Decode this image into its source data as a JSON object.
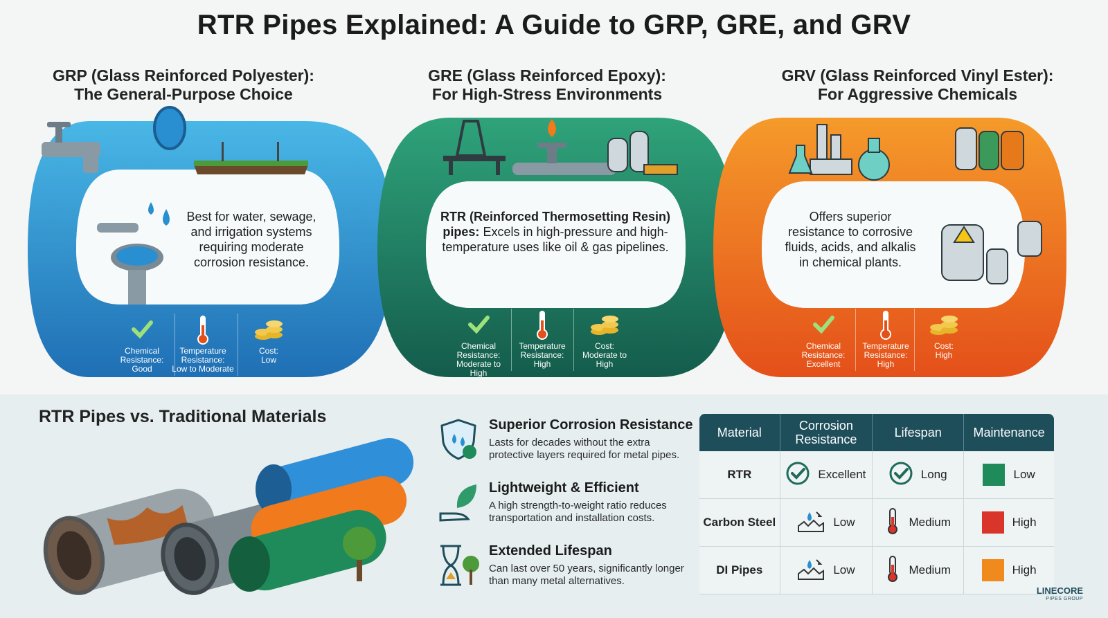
{
  "title": "RTR Pipes Explained: A Guide to GRP, GRE, and GRV",
  "sections": [
    {
      "head1": "GRP (Glass Reinforced Polyester):",
      "head2": "The General-Purpose Choice",
      "desc": "Best for water, sewage, and irrigation systems requiring moderate corrosion resistance.",
      "color": "#2a8fd0",
      "stats": [
        {
          "label": "Chemical Resistance:",
          "value": "Good",
          "icon": "check-icon"
        },
        {
          "label": "Temperature Resistance:",
          "value": "Low to Moderate",
          "icon": "thermometer-icon"
        },
        {
          "label": "Cost:",
          "value": "Low",
          "icon": "coins-icon"
        }
      ]
    },
    {
      "head1": "GRE (Glass Reinforced Epoxy):",
      "head2": "For High-Stress Environments",
      "desc_bold": "RTR (Reinforced Thermosetting Resin) pipes:",
      "desc": "Excels in high-pressure and high-temperature uses like oil & gas pipelines.",
      "color": "#1f8a6a",
      "stats": [
        {
          "label": "Chemical Resistance:",
          "value": "Moderate to High",
          "icon": "check-icon"
        },
        {
          "label": "Temperature Resistance:",
          "value": "High",
          "icon": "thermometer-icon"
        },
        {
          "label": "Cost:",
          "value": "Moderate to High",
          "icon": "coins-icon"
        }
      ]
    },
    {
      "head1": "GRV (Glass Reinforced Vinyl Ester):",
      "head2": "For Aggressive Chemicals",
      "desc": "Offers superior resistance to corrosive fluids, acids, and alkalis in chemical plants.",
      "color": "#ee6f1e",
      "stats": [
        {
          "label": "Chemical Resistance:",
          "value": "Excellent",
          "icon": "check-icon"
        },
        {
          "label": "Temperature Resistance:",
          "value": "High",
          "icon": "thermometer-icon"
        },
        {
          "label": "Cost:",
          "value": "High",
          "icon": "coins-icon"
        }
      ]
    }
  ],
  "bottom": {
    "title": "RTR Pipes vs. Traditional Materials",
    "features": [
      {
        "head": "Superior Corrosion Resistance",
        "text": "Lasts for decades without the extra protective layers required for metal pipes.",
        "icon": "shield-drop-icon"
      },
      {
        "head": "Lightweight & Efficient",
        "text": "A high strength-to-weight ratio reduces transportation and installation costs.",
        "icon": "leaf-hand-icon"
      },
      {
        "head": "Extended Lifespan",
        "text": "Can last over 50 years, significantly longer than many metal alternatives.",
        "icon": "hourglass-tree-icon"
      }
    ],
    "table": {
      "headers": [
        "Material",
        "Corrosion Resistance",
        "Lifespan",
        "Maintenance"
      ],
      "rows": [
        {
          "material": "RTR",
          "corrosion": "Excellent",
          "lifespan": "Long",
          "maintenance": "Low",
          "maint_color": "#1f8a5a"
        },
        {
          "material": "Carbon Steel",
          "corrosion": "Low",
          "lifespan": "Medium",
          "maintenance": "High",
          "maint_color": "#d9352a"
        },
        {
          "material": "DI Pipes",
          "corrosion": "Low",
          "lifespan": "Medium",
          "maintenance": "High",
          "maint_color": "#f08a1c"
        }
      ]
    }
  },
  "logo": {
    "name": "LINECORE",
    "sub": "PIPES GROUP"
  }
}
